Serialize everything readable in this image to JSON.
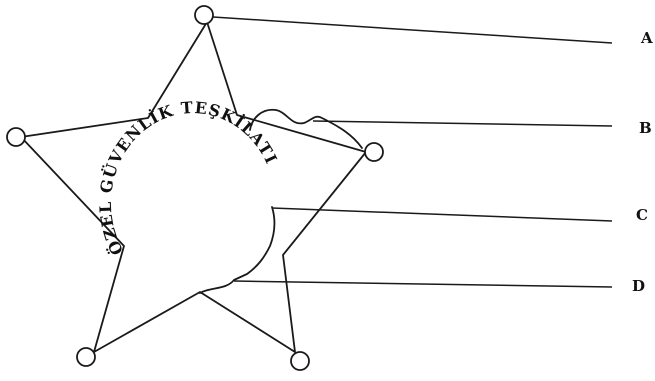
{
  "badge_text": "ÖZEL GÜVENLİK TEŞKİLATI",
  "labels": {
    "a": "A",
    "b": "B",
    "c": "C",
    "d": "D"
  }
}
